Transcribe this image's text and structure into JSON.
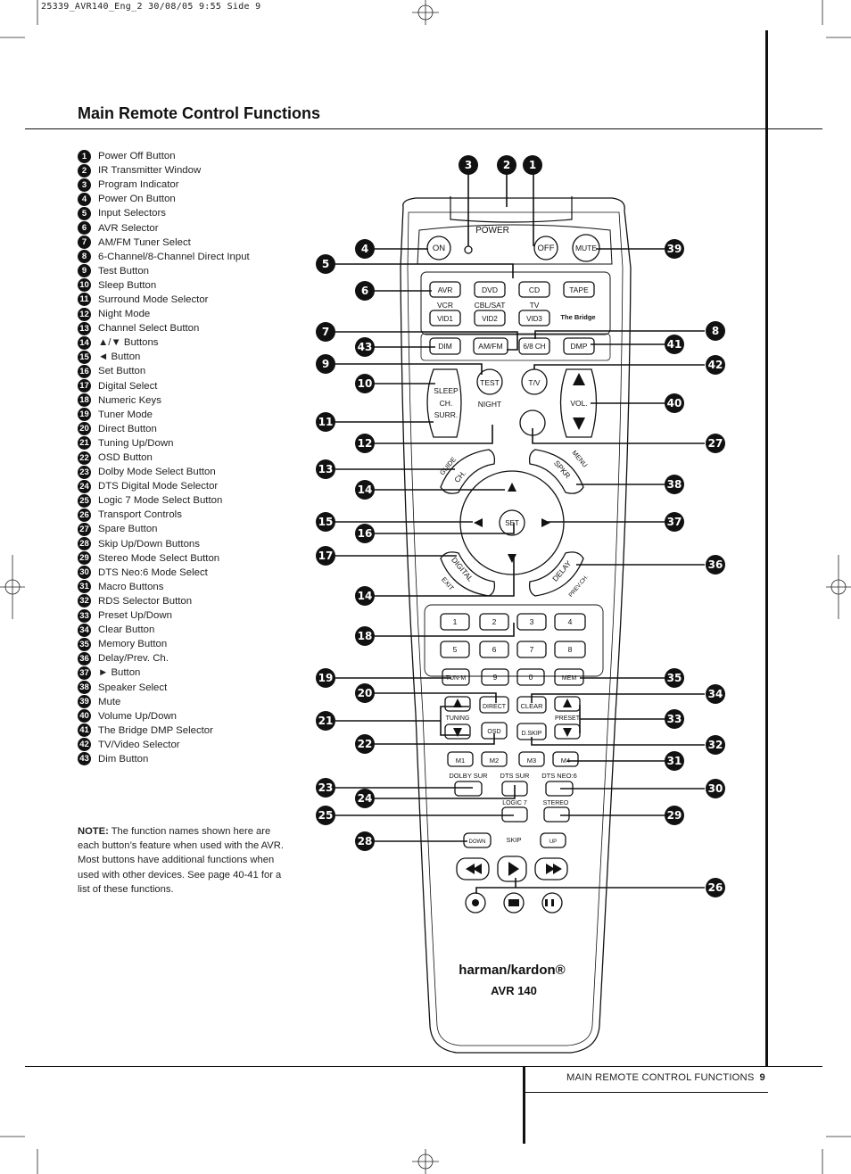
{
  "header_meta": "25339_AVR140_Eng_2  30/08/05  9:55  Side 9",
  "title": "Main Remote Control Functions",
  "legend": [
    {
      "n": "1",
      "label": "Power Off Button"
    },
    {
      "n": "2",
      "label": "IR Transmitter Window"
    },
    {
      "n": "3",
      "label": "Program Indicator"
    },
    {
      "n": "4",
      "label": "Power On Button"
    },
    {
      "n": "5",
      "label": "Input Selectors"
    },
    {
      "n": "6",
      "label": "AVR Selector"
    },
    {
      "n": "7",
      "label": "AM/FM Tuner Select"
    },
    {
      "n": "8",
      "label": "6-Channel/8-Channel Direct Input"
    },
    {
      "n": "9",
      "label": "Test Button"
    },
    {
      "n": "10",
      "label": "Sleep Button"
    },
    {
      "n": "11",
      "label": "Surround Mode Selector"
    },
    {
      "n": "12",
      "label": "Night Mode"
    },
    {
      "n": "13",
      "label": "Channel Select Button"
    },
    {
      "n": "14",
      "label": "▲/▼ Buttons"
    },
    {
      "n": "15",
      "label": "◄  Button"
    },
    {
      "n": "16",
      "label": "Set Button"
    },
    {
      "n": "17",
      "label": "Digital Select"
    },
    {
      "n": "18",
      "label": "Numeric Keys"
    },
    {
      "n": "19",
      "label": "Tuner Mode"
    },
    {
      "n": "20",
      "label": "Direct Button"
    },
    {
      "n": "21",
      "label": "Tuning Up/Down"
    },
    {
      "n": "22",
      "label": "OSD Button"
    },
    {
      "n": "23",
      "label": "Dolby Mode Select Button"
    },
    {
      "n": "24",
      "label": "DTS Digital Mode Selector"
    },
    {
      "n": "25",
      "label": "Logic 7 Mode Select Button"
    },
    {
      "n": "26",
      "label": "Transport Controls"
    },
    {
      "n": "27",
      "label": "Spare Button"
    },
    {
      "n": "28",
      "label": "Skip Up/Down Buttons"
    },
    {
      "n": "29",
      "label": "Stereo Mode Select Button"
    },
    {
      "n": "30",
      "label": "DTS Neo:6 Mode Select"
    },
    {
      "n": "31",
      "label": "Macro Buttons"
    },
    {
      "n": "32",
      "label": "RDS Selector Button"
    },
    {
      "n": "33",
      "label": "Preset Up/Down"
    },
    {
      "n": "34",
      "label": "Clear Button"
    },
    {
      "n": "35",
      "label": "Memory Button"
    },
    {
      "n": "36",
      "label": "Delay/Prev. Ch."
    },
    {
      "n": "37",
      "label": "► Button"
    },
    {
      "n": "38",
      "label": "Speaker Select"
    },
    {
      "n": "39",
      "label": "Mute"
    },
    {
      "n": "40",
      "label": "Volume Up/Down"
    },
    {
      "n": "41",
      "label": "The Bridge DMP Selector"
    },
    {
      "n": "42",
      "label": "TV/Video Selector"
    },
    {
      "n": "43",
      "label": "Dim Button"
    }
  ],
  "note": {
    "label": "NOTE:",
    "text": "The function names shown here are each button’s feature when used with the AVR. Most buttons have additional functions when used with other devices. See page 40-41 for a list of these functions."
  },
  "footer": {
    "section": "MAIN REMOTE CONTROL FUNCTIONS",
    "page": "9"
  },
  "remote": {
    "power_label": "POWER",
    "buttons": {
      "on": "ON",
      "off": "OFF",
      "mute": "MUTE",
      "avr": "AVR",
      "dvd": "DVD",
      "cd": "CD",
      "tape": "TAPE",
      "vcr": "VCR",
      "cblsat": "CBL/SAT",
      "tv": "TV",
      "vid1": "VID1",
      "vid2": "VID2",
      "vid3": "VID3",
      "bridge": "The Bridge",
      "dim": "DIM",
      "amfm": "AM/FM",
      "ch68": "6/8 CH",
      "dmp": "DMP",
      "test": "TEST",
      "tv_video": "T/V",
      "sleep": "SLEEP",
      "ch": "CH.",
      "surr": "SURR.",
      "night": "NIGHT",
      "vol": "VOL.",
      "guide": "GUIDE",
      "ch_arc": "CH.",
      "spkr": "SPKR",
      "menu": "MENU",
      "set": "SET",
      "digital": "DIGITAL",
      "exit": "EXIT",
      "delay": "DELAY",
      "prevch": "PREV.CH.",
      "n1": "1",
      "n2": "2",
      "n3": "3",
      "n4": "4",
      "n5": "5",
      "n6": "6",
      "n7": "7",
      "n8": "8",
      "tunm": "TUN-M",
      "n9": "9",
      "n0": "0",
      "mem": "MEM",
      "tuning": "TUNING",
      "direct": "DIRECT",
      "clear": "CLEAR",
      "preset": "PRESET",
      "osd": "OSD",
      "dskip": "D.SKIP",
      "m1": "M1",
      "m2": "M2",
      "m3": "M3",
      "m4": "M4",
      "dolby": "DOLBY SUR",
      "dtssur": "DTS SUR",
      "dtsneo": "DTS NEO:6",
      "logic7": "LOGIC 7",
      "stereo": "STEREO",
      "down": "DOWN",
      "skip": "SKIP",
      "up": "UP"
    },
    "brand": "harman/kardon®",
    "model": "AVR 140"
  }
}
